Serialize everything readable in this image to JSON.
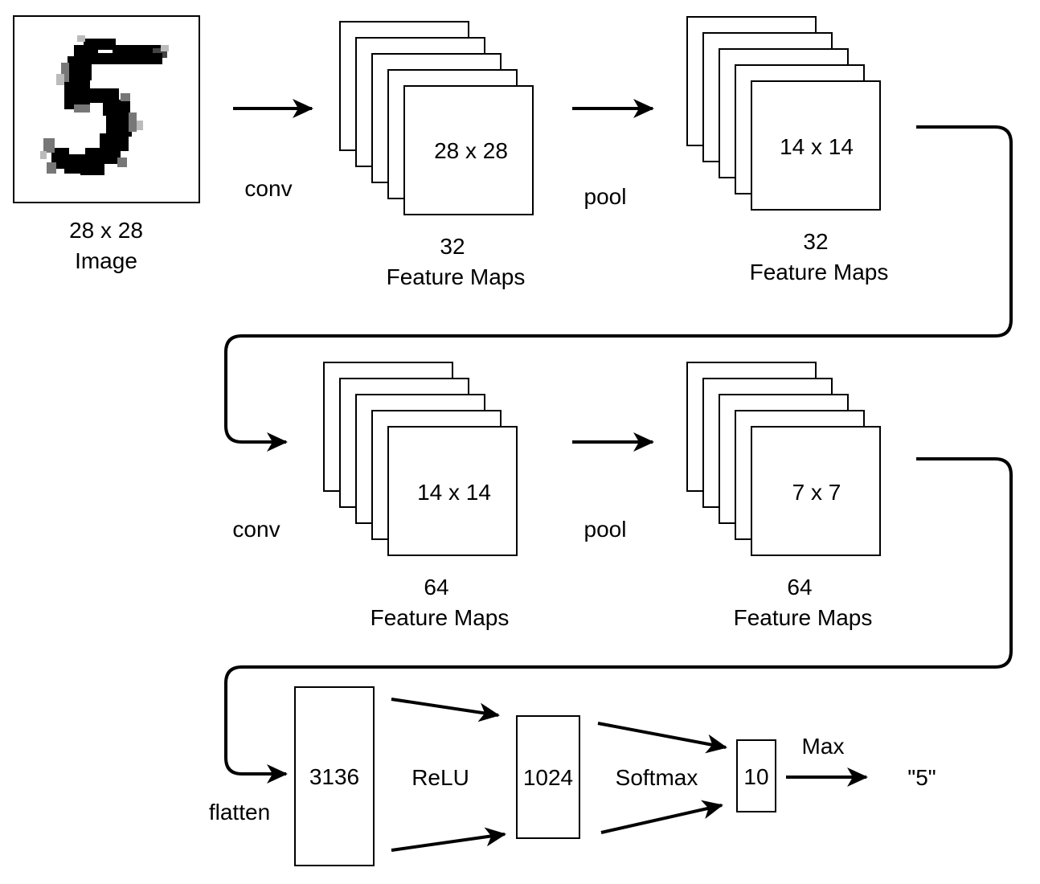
{
  "input": {
    "size": "28 x 28",
    "caption": "Image",
    "digit": "5"
  },
  "stages": [
    {
      "box_label": "28 x 28",
      "count": "32",
      "caption": "Feature Maps"
    },
    {
      "box_label": "14 x 14",
      "count": "32",
      "caption": "Feature Maps"
    },
    {
      "box_label": "14 x 14",
      "count": "64",
      "caption": "Feature Maps"
    },
    {
      "box_label": "7 x 7",
      "count": "64",
      "caption": "Feature Maps"
    }
  ],
  "ops": {
    "conv1": "conv",
    "pool1": "pool",
    "conv2": "conv",
    "pool2": "pool",
    "flatten": "flatten",
    "relu": "ReLU",
    "softmax": "Softmax",
    "max": "Max"
  },
  "layers": {
    "flat": "3136",
    "dense": "1024",
    "out": "10"
  },
  "prediction": "\"5\""
}
